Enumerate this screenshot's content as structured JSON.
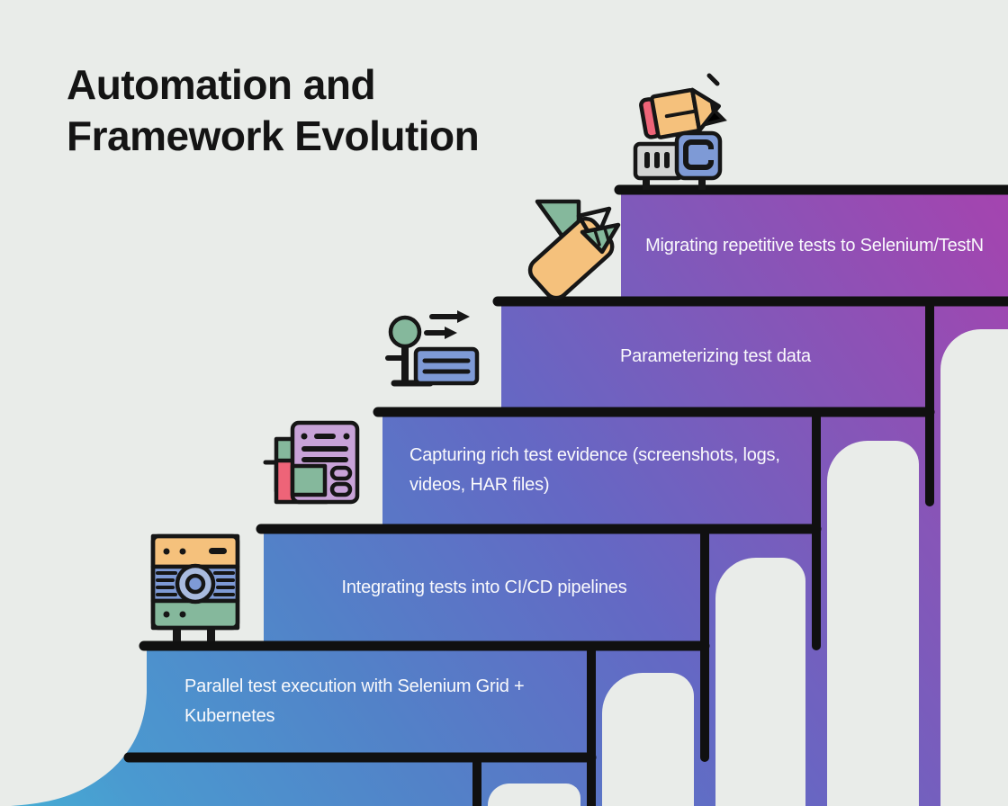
{
  "title": {
    "text": "Automation and\nFramework Evolution"
  },
  "steps": [
    {
      "label": "Parallel test execution with Selenium Grid +\nKubernetes",
      "icon": "test-machine-icon"
    },
    {
      "label": "Integrating tests into CI/CD pipelines",
      "icon": "documents-icon"
    },
    {
      "label": "Capturing rich test evidence (screenshots, logs,\nvideos, HAR files)",
      "icon": "signal-post-icon"
    },
    {
      "label": "Parameterizing test data",
      "icon": "paper-plane-icon"
    },
    {
      "label": "Migrating repetitive tests to Selenium/TestN",
      "icon": "pencil-and-projector-icon"
    }
  ],
  "colors": {
    "background": "#e9ece9",
    "line": "#101010",
    "title": "#141414",
    "step_text": "#fafafc",
    "gradient": [
      "#43b7d6",
      "#4a9ad0",
      "#5282c8",
      "#6468c4",
      "#8556b8",
      "#a146b0",
      "#b23dad"
    ],
    "gradient_offsets": [
      0,
      0.12,
      0.3,
      0.5,
      0.7,
      0.87,
      1
    ],
    "icon_palette": {
      "orange": "#f5c17c",
      "pink": "#ee6478",
      "green": "#85b89c",
      "blue": "#7e9ad6",
      "blue_light": "#a9bbdf",
      "gray": "#d3d4d3",
      "purple": "#c8a3d8",
      "outline": "#161616"
    }
  }
}
